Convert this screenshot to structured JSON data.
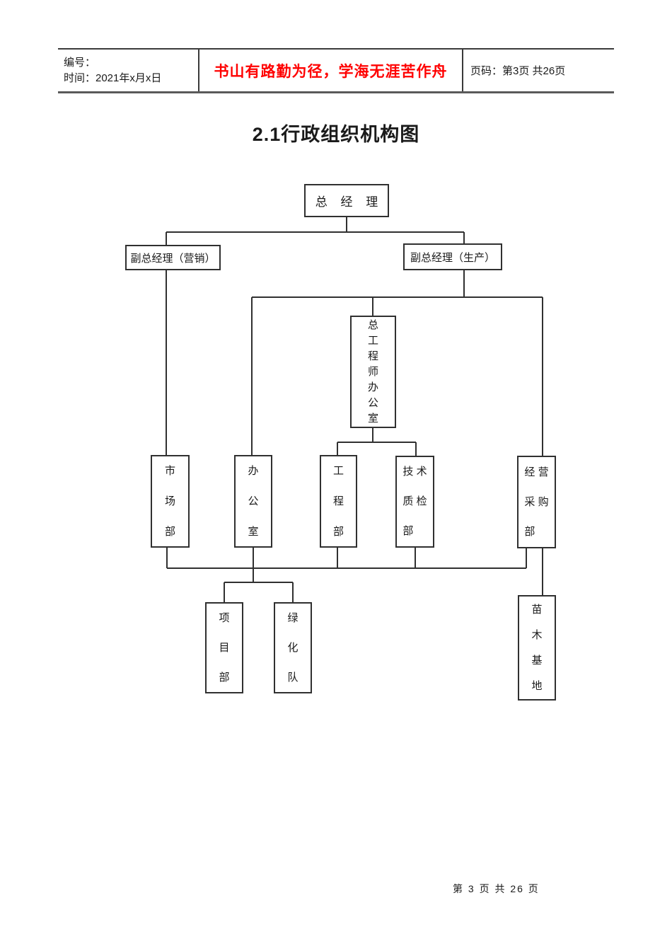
{
  "header": {
    "number_label": "编号：",
    "time_label": "时间：2021年x月x日",
    "motto": "书山有路勤为径，学海无涯苦作舟",
    "motto_color": "#ff0000",
    "page_info": "页码：第3页  共26页"
  },
  "title": "2.1行政组织机构图",
  "org_chart": {
    "nodes": {
      "general_manager": "总 经 理",
      "vp_marketing": "副总经理（营销）",
      "vp_production": "副总经理（生产）",
      "chief_engineer_office": [
        "总",
        "工",
        "程",
        "师",
        "办",
        "公",
        "室"
      ],
      "marketing_dept": [
        "市",
        "场",
        "部"
      ],
      "office": [
        "办",
        "公",
        "室"
      ],
      "engineering_dept": [
        "工",
        "程",
        "部"
      ],
      "tech_quality_dept": [
        "技 术",
        "质 检",
        "部"
      ],
      "procurement_dept": [
        "经 营",
        "采 购",
        "部"
      ],
      "project_dept": [
        "项",
        "目",
        "部"
      ],
      "greening_team": [
        "绿",
        "化",
        "队"
      ],
      "nursery_base": [
        "苗",
        "木",
        "基",
        "地"
      ]
    }
  },
  "footer": {
    "page_text": "第 3 页 共 26 页"
  }
}
